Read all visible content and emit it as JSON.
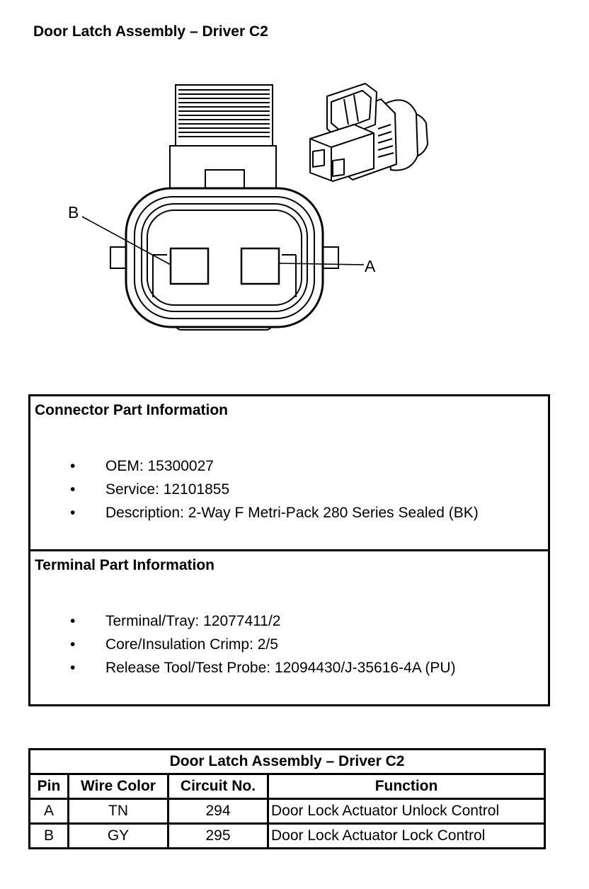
{
  "page_title": "Door Latch Assembly – Driver C2",
  "diagram": {
    "pin_labels": {
      "a": "A",
      "b": "B"
    }
  },
  "connector_info": {
    "heading": "Connector Part Information",
    "items": [
      "OEM: 15300027",
      "Service: 12101855",
      "Description: 2-Way F Metri-Pack 280 Series Sealed (BK)"
    ]
  },
  "terminal_info": {
    "heading": "Terminal Part Information",
    "items": [
      "Terminal/Tray: 12077411/2",
      "Core/Insulation Crimp: 2/5",
      "Release Tool/Test Probe: 12094430/J-35616-4A (PU)"
    ]
  },
  "bullet_glyph": "•",
  "pin_table": {
    "caption": "Door Latch Assembly – Driver C2",
    "headers": [
      "Pin",
      "Wire Color",
      "Circuit No.",
      "Function"
    ],
    "rows": [
      [
        "A",
        "TN",
        "294",
        "Door Lock Actuator Unlock Control"
      ],
      [
        "B",
        "GY",
        "295",
        "Door Lock Actuator Lock Control"
      ]
    ]
  }
}
